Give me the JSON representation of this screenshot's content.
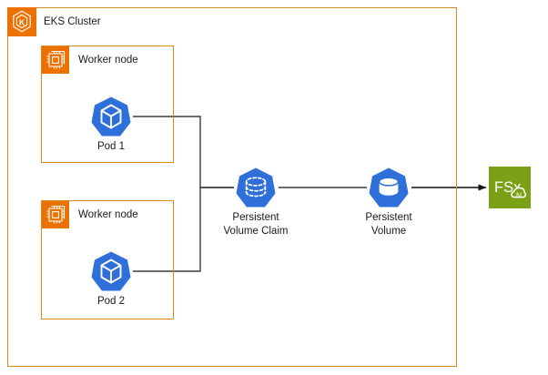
{
  "diagram": {
    "title": "EKS Cluster",
    "groups": [
      {
        "id": "eks-cluster",
        "label": "EKS Cluster",
        "icon": "eks-cluster-icon",
        "border_color": "#d9881f",
        "icon_color": "#ed7100"
      },
      {
        "id": "worker-node-1",
        "label": "Worker node",
        "icon": "worker-node-icon",
        "border_color": "#d9881f",
        "icon_color": "#ed7100"
      },
      {
        "id": "worker-node-2",
        "label": "Worker node",
        "icon": "worker-node-icon",
        "border_color": "#d9881f",
        "icon_color": "#ed7100"
      }
    ],
    "nodes": [
      {
        "id": "pod-1",
        "label": "Pod 1",
        "icon": "kubernetes-pod-icon",
        "color": "#2e6fd9"
      },
      {
        "id": "pod-2",
        "label": "Pod 2",
        "icon": "kubernetes-pod-icon",
        "color": "#2e6fd9"
      },
      {
        "id": "persistent-volume-claim",
        "label": "Persistent\nVolume Claim",
        "icon": "kubernetes-pvc-icon",
        "color": "#2e6fd9"
      },
      {
        "id": "persistent-volume",
        "label": "Persistent\nVolume",
        "icon": "kubernetes-pv-icon",
        "color": "#2e6fd9"
      },
      {
        "id": "fsx-netapp-ontap",
        "label": "FSx",
        "sublabel": "N",
        "icon": "fsx-netapp-ontap-icon",
        "color": "#7aa116"
      }
    ],
    "connections": [
      {
        "from": "pod-1",
        "to": "persistent-volume-claim",
        "arrow": false
      },
      {
        "from": "pod-2",
        "to": "persistent-volume-claim",
        "arrow": false
      },
      {
        "from": "persistent-volume-claim",
        "to": "persistent-volume",
        "arrow": false
      },
      {
        "from": "persistent-volume",
        "to": "fsx-netapp-ontap",
        "arrow": true
      }
    ],
    "line_color": "#3b3b3b"
  }
}
